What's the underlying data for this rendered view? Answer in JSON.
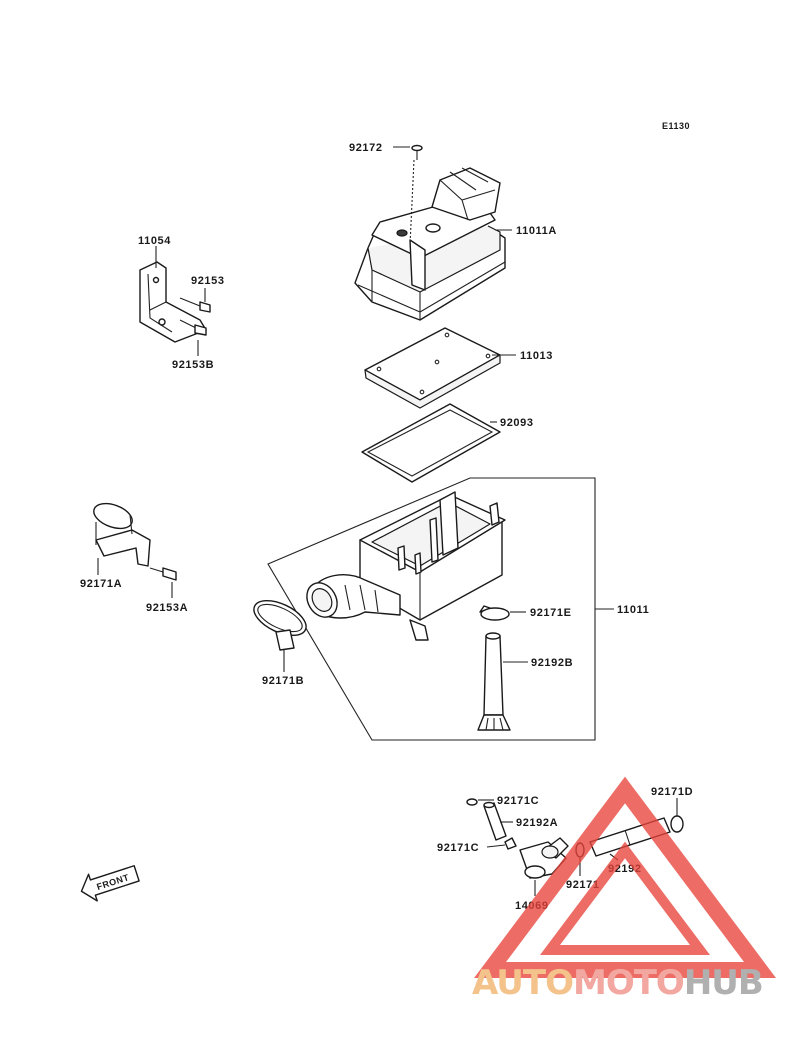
{
  "diagram_code": "E1130",
  "labels": {
    "p92172": "92172",
    "p11011A": "11011A",
    "p11054": "11054",
    "p92153": "92153",
    "p92153B": "92153B",
    "p11013": "11013",
    "p92093": "92093",
    "p92171A": "92171A",
    "p92153A": "92153A",
    "p92171E": "92171E",
    "p11011": "11011",
    "p92192B": "92192B",
    "p92171B": "92171B",
    "p92171C_top": "92171C",
    "p92192A": "92192A",
    "p92171D": "92171D",
    "p92171C_left": "92171C",
    "p92192": "92192",
    "p92171": "92171",
    "p14069": "14069"
  },
  "front_marker": "FRONT",
  "watermark": {
    "part1": "AUTO",
    "part2": "MOTO",
    "part3": "HUB",
    "color1": "#f2b26b",
    "color2": "#ef8f86",
    "color3": "#9a9a9a",
    "triangle_color": "#e8433b"
  }
}
